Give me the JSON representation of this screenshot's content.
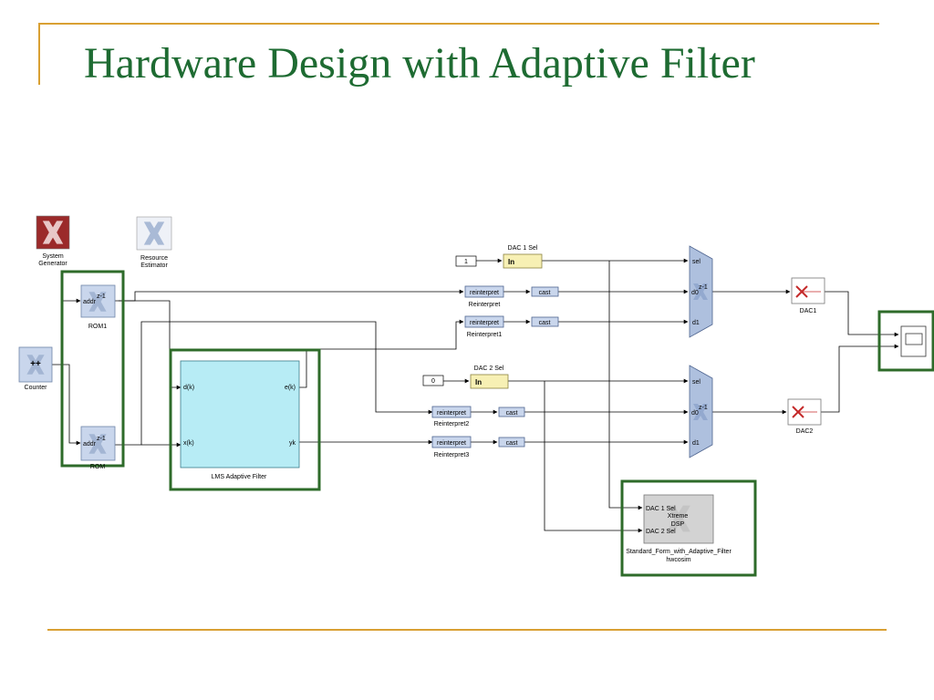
{
  "slide": {
    "title": "Hardware Design with Adaptive Filter"
  },
  "diagram": {
    "system_generator": {
      "label_line1": "System",
      "label_line2": "Generator"
    },
    "resource_estimator": {
      "label_line1": "Resource",
      "label_line2": "Estimator"
    },
    "counter": {
      "label": "Counter",
      "icon_text": "++"
    },
    "rom1": {
      "label": "ROM1",
      "port_in": "addr",
      "port_out": "z-1"
    },
    "rom2": {
      "label": "ROM",
      "port_in": "addr",
      "port_out": "z-1"
    },
    "lms": {
      "label": "LMS Adaptive Filter",
      "port_dk": "d(k)",
      "port_xk": "x(k)",
      "port_ek": "e(k)",
      "port_yk": "yk"
    },
    "const1": {
      "value": "1"
    },
    "const0": {
      "value": "0"
    },
    "dac1_sel": {
      "label": "DAC 1 Sel",
      "port": "In"
    },
    "dac2_sel": {
      "label": "DAC 2 Sel",
      "port": "In"
    },
    "reint1": {
      "label": "Reinterpret",
      "text": "reinterpret"
    },
    "reint2": {
      "label": "Reinterpret1",
      "text": "reinterpret"
    },
    "reint3": {
      "label": "Reinterpret2",
      "text": "reinterpret"
    },
    "reint4": {
      "label": "Reinterpret3",
      "text": "reinterpret"
    },
    "cast_text": "cast",
    "mux1": {
      "port_sel": "sel",
      "port_d0": "d0",
      "port_d1": "d1",
      "delay": "z-1"
    },
    "mux2": {
      "port_sel": "sel",
      "port_d0": "d0",
      "port_d1": "d1",
      "delay": "z-1"
    },
    "dac1": {
      "label": "DAC1"
    },
    "dac2": {
      "label": "DAC2"
    },
    "xtreme": {
      "port1": "DAC 1 Sel",
      "port2": "DAC 2 Sel",
      "center_line1": "Xtreme",
      "center_line2": "DSP",
      "label_line1": "Standard_Form_with_Adaptive_Filter",
      "label_line2": "hwcosim"
    }
  },
  "colors": {
    "title": "#1e6b32",
    "rule": "#d9a033",
    "highlight": "#2e6b2a",
    "lms_fill": "#b7ecf5",
    "block_fill": "#c9d6ec",
    "mux_fill": "#aec0de",
    "gateway_fill": "#f7f0b4"
  }
}
